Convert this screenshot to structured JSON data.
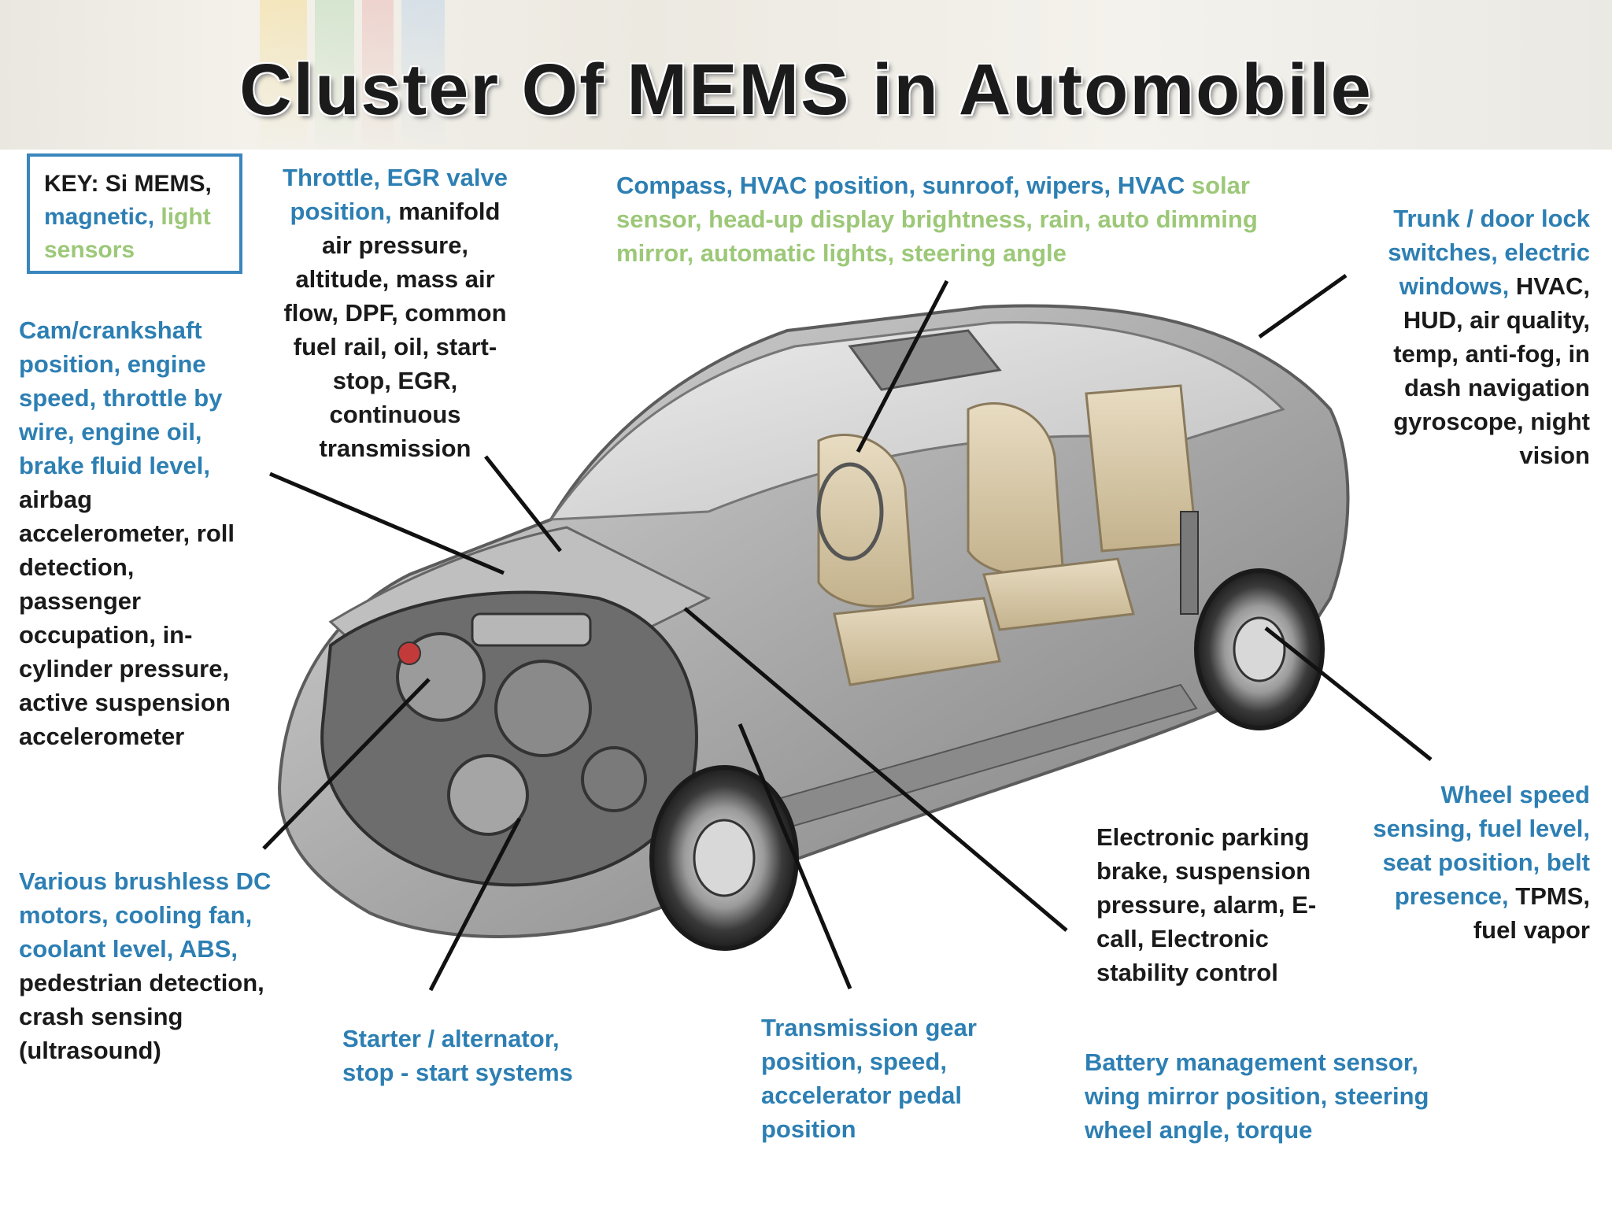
{
  "title": "Cluster Of MEMS in Automobile",
  "colors": {
    "blue": "#2d7fb3",
    "green": "#9cc878",
    "black": "#1a1a1a",
    "key_border": "#3a86bd"
  },
  "key": {
    "black": "KEY: Si MEMS,",
    "blue": "magnetic,",
    "green": "light sensors"
  },
  "labels": {
    "throttle": {
      "blue": "Throttle, EGR valve position,",
      "black": "manifold air pressure, altitude, mass air flow, DPF, common fuel rail, oil, start-stop, EGR, continuous transmission"
    },
    "compass": {
      "blue": "Compass, HVAC position, sunroof, wipers, HVAC",
      "green": "solar sensor, head-up display brightness, rain, auto dimming mirror, automatic lights, steering angle"
    },
    "trunk": {
      "blue": "Trunk / door lock switches, electric windows,",
      "black": "HVAC, HUD, air quality, temp, anti-fog, in dash navigation gyroscope, night vision"
    },
    "cam": {
      "blue": "Cam/crankshaft position, engine speed, throttle by wire, engine oil, brake fluid level,",
      "black": "airbag accelerometer, roll detection, passenger occupation, in-cylinder pressure, active suspension accelerometer"
    },
    "brushless": {
      "blue": "Various brushless DC motors, cooling fan, coolant level, ABS,",
      "black": "pedestrian detection, crash sensing (ultrasound)"
    },
    "starter": {
      "blue": "Starter / alternator, stop - start systems"
    },
    "transmission": {
      "blue": "Transmission gear position, speed, accelerator pedal position"
    },
    "parking": {
      "black": "Electronic parking brake, suspension pressure, alarm, E-call, Electronic stability control"
    },
    "wheel": {
      "blue": "Wheel speed sensing, fuel level, seat position, belt presence,",
      "black": "TPMS, fuel vapor"
    },
    "battery": {
      "blue": "Battery management sensor, wing mirror position, steering wheel angle, torque"
    }
  }
}
